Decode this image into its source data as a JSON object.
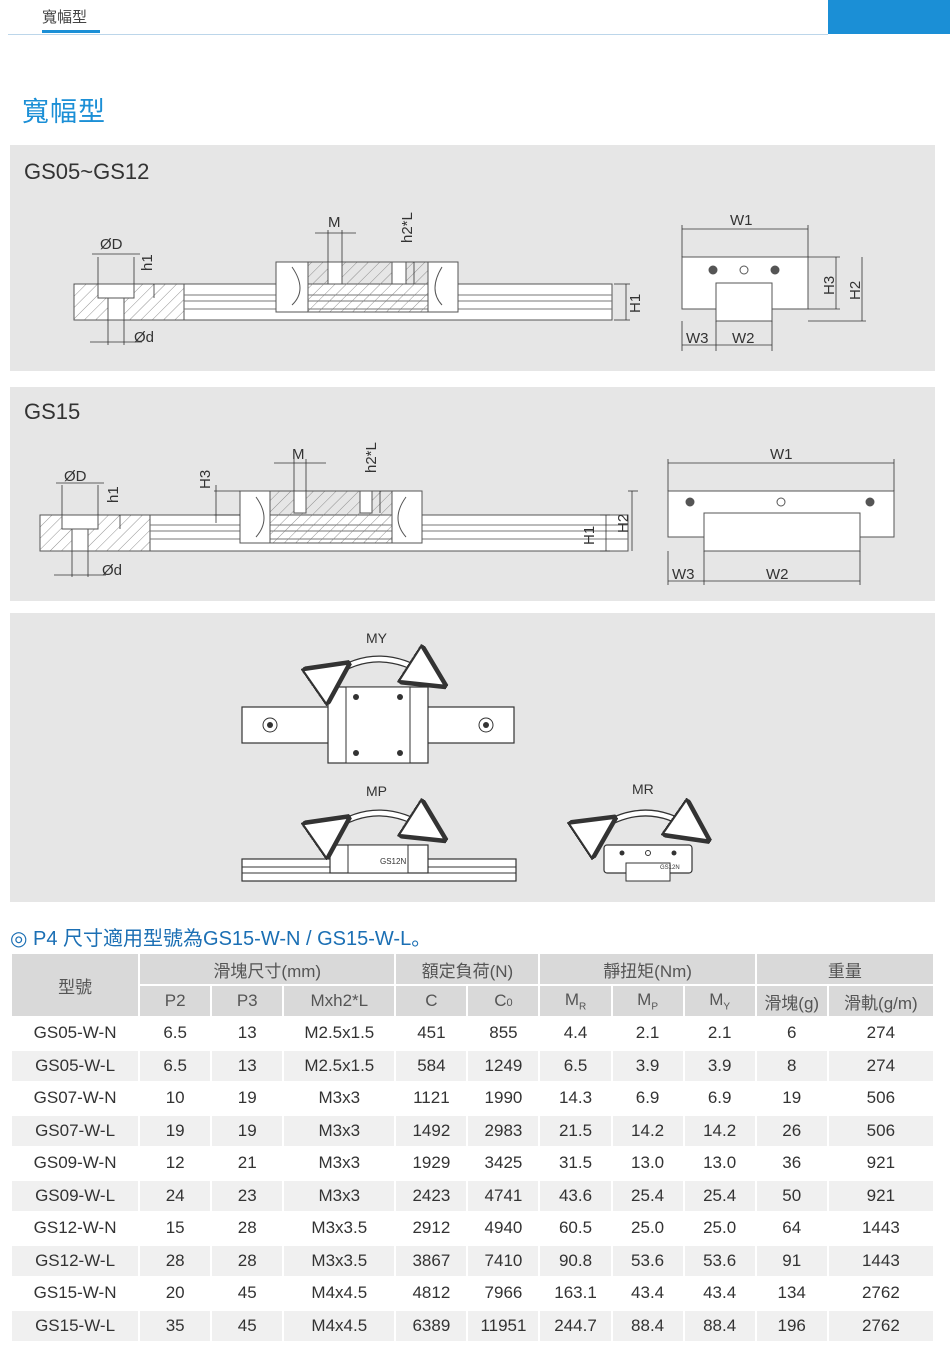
{
  "header": {
    "tab_label": "寬幅型"
  },
  "page_title": "寬幅型",
  "panels": {
    "gs05": {
      "label": "GS05~GS12",
      "dims": {
        "M": "M",
        "h2L": "h2*L",
        "OD": "ØD",
        "h1": "h1",
        "od": "Ød",
        "H1": "H1",
        "W1": "W1",
        "H3": "H3",
        "H2": "H2",
        "W3": "W3",
        "W2": "W2"
      }
    },
    "gs15": {
      "label": "GS15",
      "dims": {
        "OD": "ØD",
        "h1": "h1",
        "H3": "H3",
        "M": "M",
        "h2L": "h2*L",
        "od": "Ød",
        "H1": "H1",
        "H2": "H2",
        "W1": "W1",
        "W3": "W3",
        "W2": "W2"
      }
    },
    "moment": {
      "MY": "MY",
      "MP": "MP",
      "MR": "MR",
      "block_mark": "GS12N"
    }
  },
  "note": "◎ P4 尺寸適用型號為GS15-W-N / GS15-W-L。",
  "table": {
    "group_headers": {
      "model": "型號",
      "block_size": "滑塊尺寸(mm)",
      "rated_load": "額定負荷(N)",
      "static_moment": "靜扭矩(Nm)",
      "weight": "重量"
    },
    "sub_headers": {
      "P2": "P2",
      "P3": "P3",
      "mxh2l": "Mxh2*L",
      "C": "C",
      "C0_main": "C",
      "C0_sub": "0",
      "MR_main": "M",
      "MR_sub": "R",
      "MP_main": "M",
      "MP_sub": "P",
      "MY_main": "M",
      "MY_sub": "Y",
      "block_weight": "滑塊(g)",
      "rail_weight": "滑軌(g/m)"
    },
    "rows": [
      {
        "model": "GS05-W-N",
        "p2": "6.5",
        "p3": "13",
        "m": "M2.5x1.5",
        "c": "451",
        "c0": "855",
        "mr": "4.4",
        "mp": "2.1",
        "my": "2.1",
        "wb": "6",
        "wr": "274"
      },
      {
        "model": "GS05-W-L",
        "p2": "6.5",
        "p3": "13",
        "m": "M2.5x1.5",
        "c": "584",
        "c0": "1249",
        "mr": "6.5",
        "mp": "3.9",
        "my": "3.9",
        "wb": "8",
        "wr": "274"
      },
      {
        "model": "GS07-W-N",
        "p2": "10",
        "p3": "19",
        "m": "M3x3",
        "c": "1121",
        "c0": "1990",
        "mr": "14.3",
        "mp": "6.9",
        "my": "6.9",
        "wb": "19",
        "wr": "506"
      },
      {
        "model": "GS07-W-L",
        "p2": "19",
        "p3": "19",
        "m": "M3x3",
        "c": "1492",
        "c0": "2983",
        "mr": "21.5",
        "mp": "14.2",
        "my": "14.2",
        "wb": "26",
        "wr": "506"
      },
      {
        "model": "GS09-W-N",
        "p2": "12",
        "p3": "21",
        "m": "M3x3",
        "c": "1929",
        "c0": "3425",
        "mr": "31.5",
        "mp": "13.0",
        "my": "13.0",
        "wb": "36",
        "wr": "921"
      },
      {
        "model": "GS09-W-L",
        "p2": "24",
        "p3": "23",
        "m": "M3x3",
        "c": "2423",
        "c0": "4741",
        "mr": "43.6",
        "mp": "25.4",
        "my": "25.4",
        "wb": "50",
        "wr": "921"
      },
      {
        "model": "GS12-W-N",
        "p2": "15",
        "p3": "28",
        "m": "M3x3.5",
        "c": "2912",
        "c0": "4940",
        "mr": "60.5",
        "mp": "25.0",
        "my": "25.0",
        "wb": "64",
        "wr": "1443"
      },
      {
        "model": "GS12-W-L",
        "p2": "28",
        "p3": "28",
        "m": "M3x3.5",
        "c": "3867",
        "c0": "7410",
        "mr": "90.8",
        "mp": "53.6",
        "my": "53.6",
        "wb": "91",
        "wr": "1443"
      },
      {
        "model": "GS15-W-N",
        "p2": "20",
        "p3": "45",
        "m": "M4x4.5",
        "c": "4812",
        "c0": "7966",
        "mr": "163.1",
        "mp": "43.4",
        "my": "43.4",
        "wb": "134",
        "wr": "2762"
      },
      {
        "model": "GS15-W-L",
        "p2": "35",
        "p3": "45",
        "m": "M4x4.5",
        "c": "6389",
        "c0": "11951",
        "mr": "244.7",
        "mp": "88.4",
        "my": "88.4",
        "wb": "196",
        "wr": "2762"
      }
    ]
  },
  "colors": {
    "accent": "#1b8fd6",
    "panel": "#e6e6e6",
    "header_cell": "#d9d9d9",
    "note": "#1b6fb4"
  }
}
